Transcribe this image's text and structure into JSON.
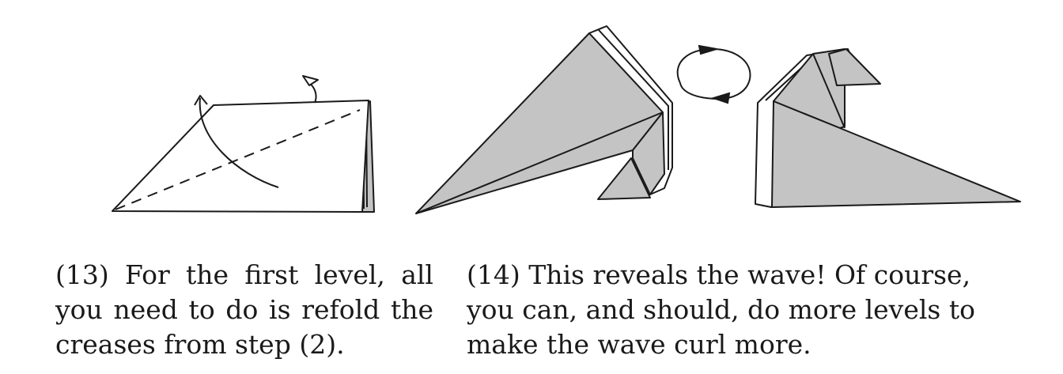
{
  "colors": {
    "paper_gray": "#c4c4c4",
    "line": "#1a1a1a",
    "background": "#ffffff"
  },
  "step13": {
    "caption_lines": [
      "(13) For the first level, all",
      "you need to do is refold the",
      "creases from step (2)."
    ]
  },
  "step14": {
    "caption_lines": [
      "(14) This reveals the wave! Of course,",
      "you can, and should, do more levels to",
      "make the wave curl more."
    ]
  },
  "icons": [
    "curved-arrow-icon",
    "turn-over-icon"
  ]
}
